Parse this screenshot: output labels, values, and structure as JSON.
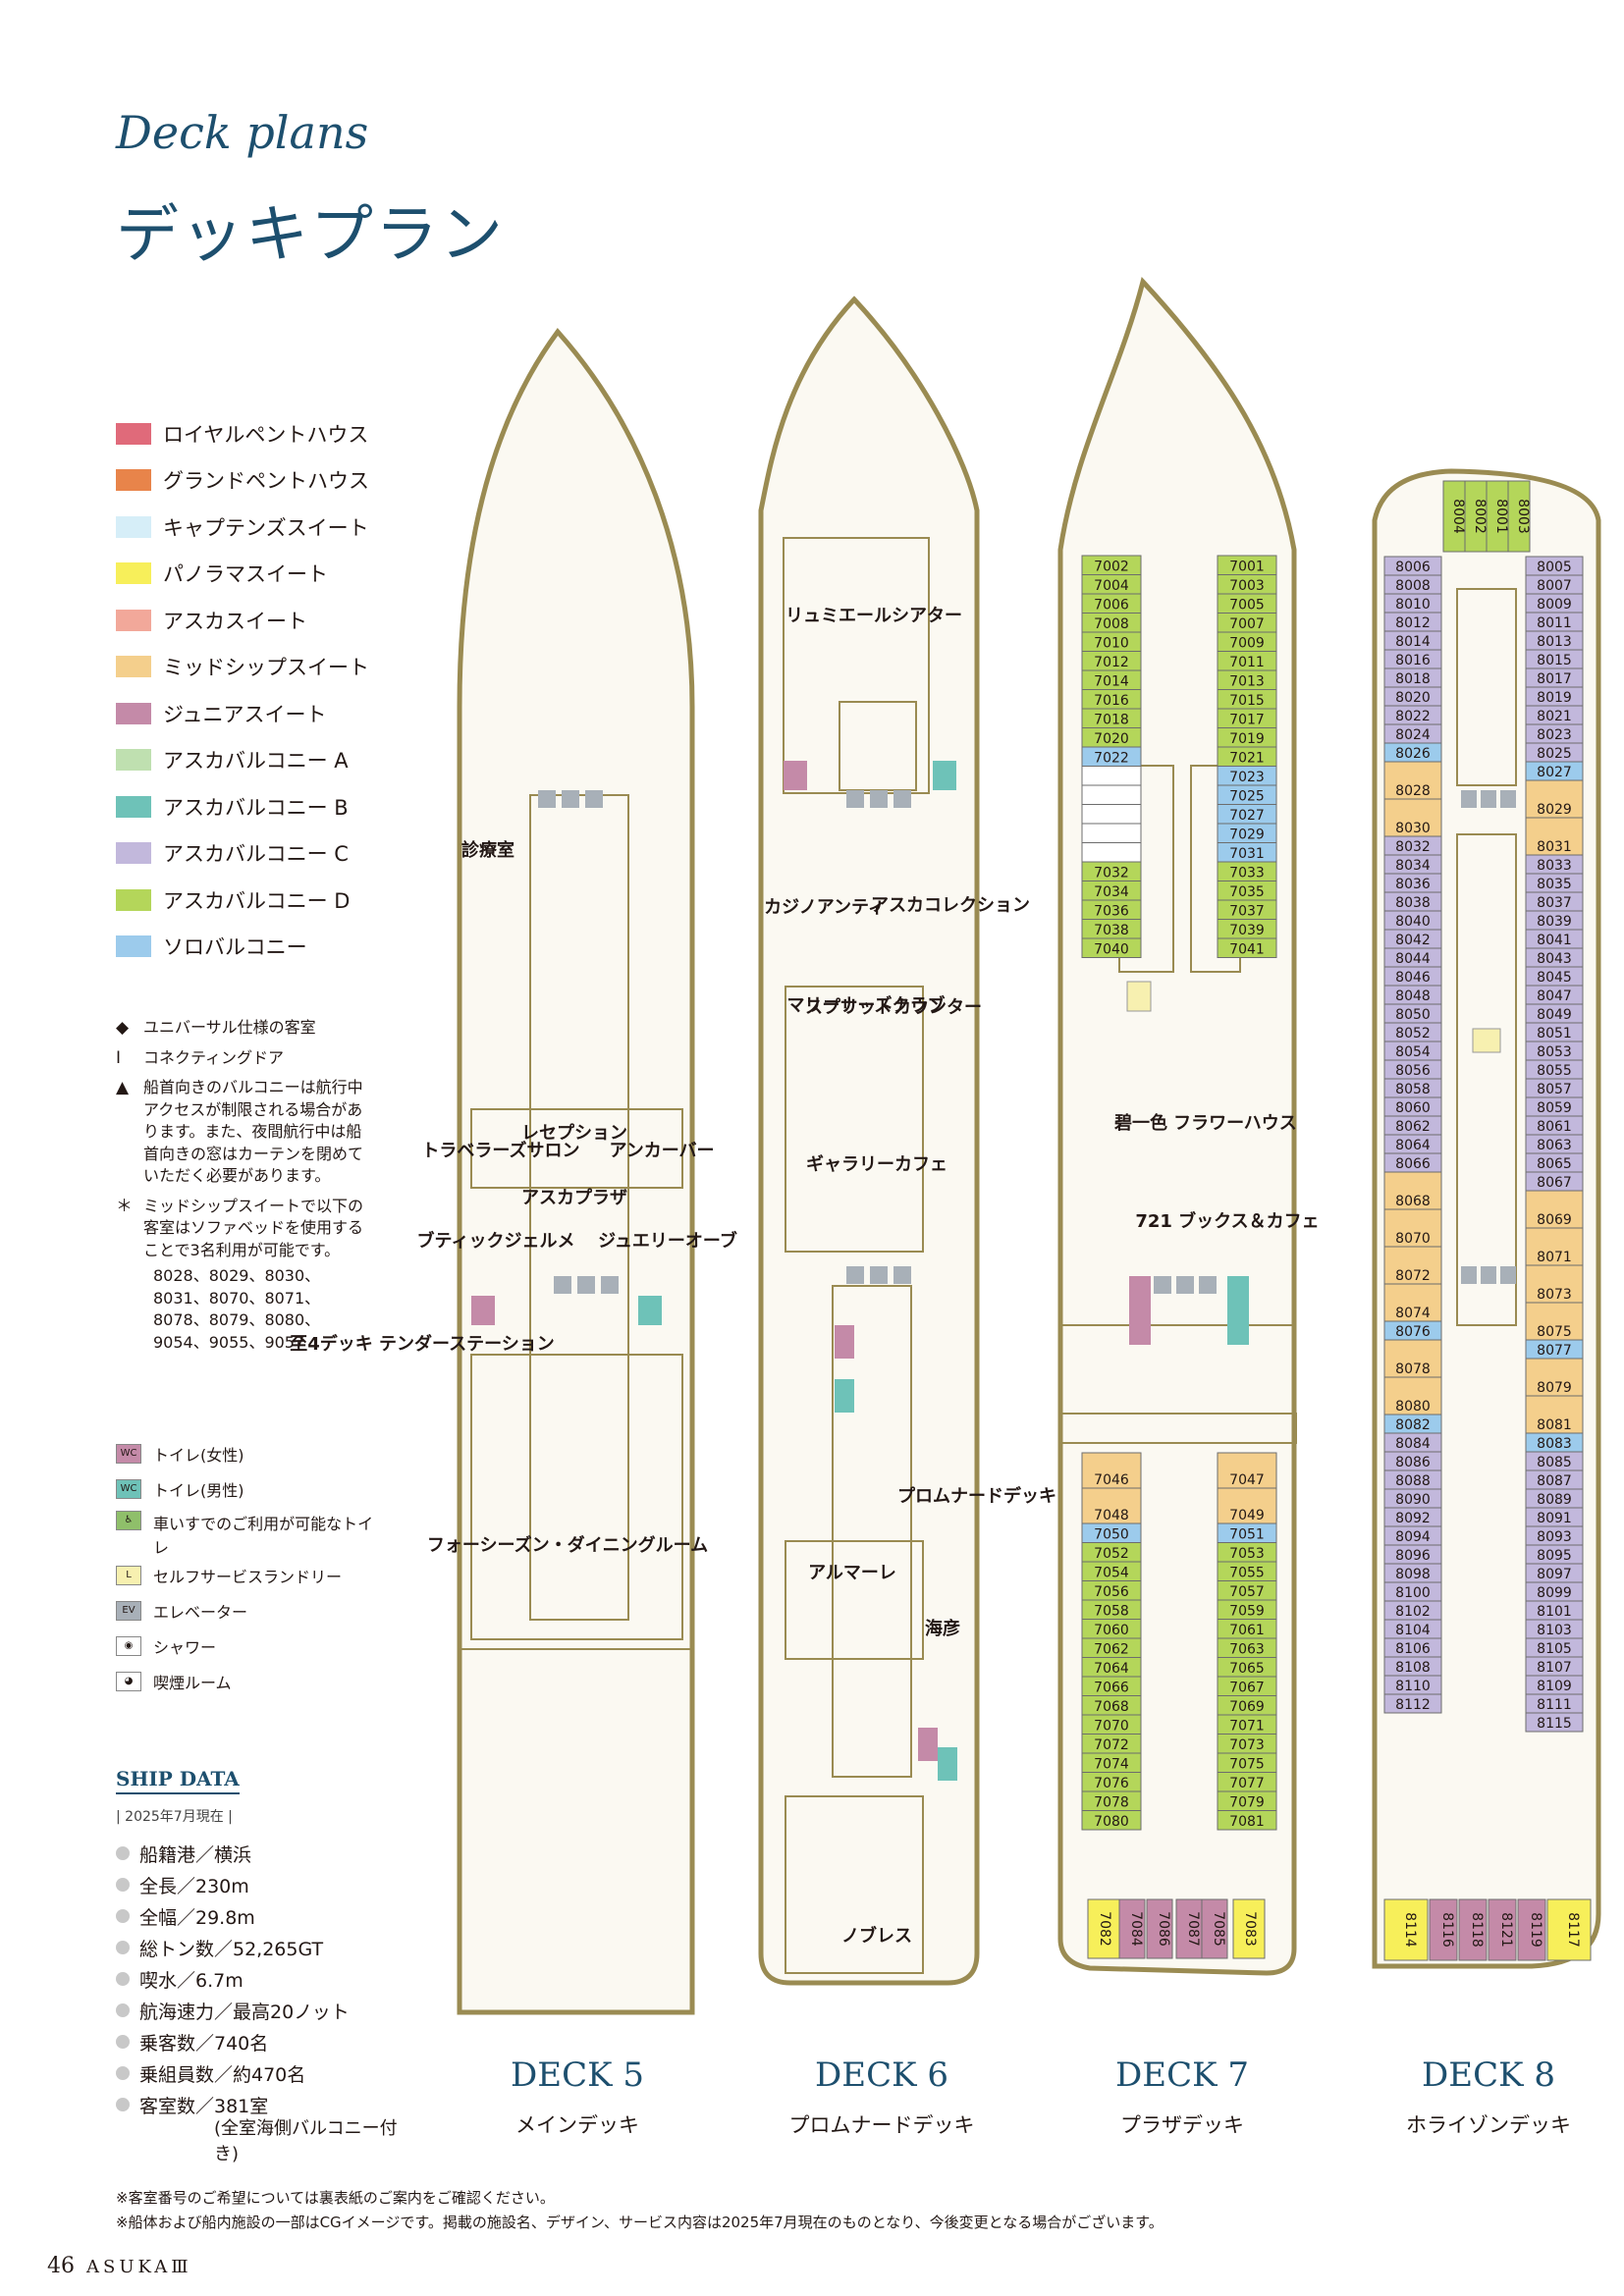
{
  "header": {
    "title_en": "Deck plans",
    "title_jp": "デッキプラン"
  },
  "legend": [
    {
      "label": "ロイヤルペントハウス",
      "color": "#e06a7a"
    },
    {
      "label": "グランドペントハウス",
      "color": "#e8844a"
    },
    {
      "label": "キャプテンズスイート",
      "color": "#d6eef8"
    },
    {
      "label": "パノラマスイート",
      "color": "#f7ef5a"
    },
    {
      "label": "アスカスイート",
      "color": "#f2a89a"
    },
    {
      "label": "ミッドシップスイート",
      "color": "#f4cf8c"
    },
    {
      "label": "ジュニアスイート",
      "color": "#c48aa8"
    },
    {
      "label": "アスカバルコニー A",
      "color": "#bfe0b0"
    },
    {
      "label": "アスカバルコニー B",
      "color": "#6ec2b8"
    },
    {
      "label": "アスカバルコニー C",
      "color": "#c2b8dc"
    },
    {
      "label": "アスカバルコニー D",
      "color": "#b4d65a"
    },
    {
      "label": "ソロバルコニー",
      "color": "#9ccbec"
    }
  ],
  "notes": {
    "universal": {
      "sym": "◆",
      "text": "ユニバーサル仕様の客室"
    },
    "connecting": {
      "sym": "I",
      "text": "コネクティングドア"
    },
    "bow": {
      "sym": "▲",
      "text": "船首向きのバルコニーは航行中アクセスが制限される場合があります。また、夜間航行中は船首向きの窓はカーテンを閉めていただく必要があります。"
    },
    "midship": {
      "sym": "＊",
      "text": "ミッドシップスイートで以下の客室はソファベッドを使用することで3名利用が可能です。",
      "rooms": "8028、8029、8030、8031、8070、8071、8078、8079、8080、9054、9055、9057"
    }
  },
  "icons": [
    {
      "code": "WC",
      "label": "トイレ(女性)",
      "color": "#c48aa8"
    },
    {
      "code": "WC",
      "label": "トイレ(男性)",
      "color": "#6ec2b8"
    },
    {
      "code": "♿",
      "label": "車いすでのご利用が可能なトイレ",
      "color": "#8fbf6a"
    },
    {
      "code": "L",
      "label": "セルフサービスランドリー",
      "color": "#f7f0b0"
    },
    {
      "code": "EV",
      "label": "エレベーター",
      "color": "#a8b0b8"
    },
    {
      "code": "◉",
      "label": "シャワー",
      "color": "#ffffff"
    },
    {
      "code": "◕",
      "label": "喫煙ルーム",
      "color": "#ffffff"
    }
  ],
  "ship_data": {
    "heading": "SHIP DATA",
    "as_of": "| 2025年7月現在 |",
    "items": [
      "船籍港／横浜",
      "全長／230m",
      "全幅／29.8m",
      "総トン数／52,265GT",
      "喫水／6.7m",
      "航海速力／最高20ノット",
      "乗客数／740名",
      "乗組員数／約470名",
      "客室数／381室"
    ],
    "note": "(全室海側バルコニー付き)"
  },
  "decks": [
    {
      "title": "DECK 5",
      "subtitle": "メインデッキ",
      "labels": [
        "診療室",
        "レセプション",
        "トラベラーズサロン",
        "アンカーバー",
        "アスカプラザ",
        "ブティックジェルメ",
        "ジュエリーオーブ",
        "至4デッキ テンダーステーション",
        "フォーシーズン・ダイニングルーム"
      ]
    },
    {
      "title": "DECK 6",
      "subtitle": "プロムナードデッキ",
      "labels": [
        "リュミエールシアター",
        "カジノアンティ",
        "アスカコレクション",
        "マリーナーズクラブ",
        "スプリットカウンター",
        "ギャラリーカフェ",
        "プロムナードデッキ",
        "アルマーレ",
        "海彦",
        "ノブレス"
      ]
    },
    {
      "title": "DECK 7",
      "subtitle": "プラザデッキ",
      "labels": [
        "碧一色",
        "フラワーハウス",
        "721 ブックス＆カフェ"
      ],
      "rooms_left": [
        "7002",
        "7004",
        "7006",
        "7008",
        "7010",
        "7012",
        "7014",
        "7016",
        "7018",
        "7020",
        "7022",
        "",
        "",
        "",
        "",
        "",
        "7032",
        "7034",
        "7036",
        "7038",
        "7040"
      ],
      "rooms_right": [
        "7001",
        "7003",
        "7005",
        "7007",
        "7009",
        "7011",
        "7013",
        "7015",
        "7017",
        "7019",
        "7021",
        "7023",
        "7025",
        "7027",
        "7029",
        "7031",
        "7033",
        "7035",
        "7037",
        "7039",
        "7041"
      ],
      "rooms_left2": [
        "7046",
        "7048",
        "7050",
        "7052",
        "7054",
        "7056",
        "7058",
        "7060",
        "7062",
        "7064",
        "7066",
        "7068",
        "7070",
        "7072",
        "7074",
        "7076",
        "7078",
        "7080"
      ],
      "rooms_right2": [
        "7047",
        "7049",
        "7051",
        "7053",
        "7055",
        "7057",
        "7059",
        "7061",
        "7063",
        "7065",
        "7067",
        "7069",
        "7071",
        "7073",
        "7075",
        "7077",
        "7079",
        "7081"
      ],
      "stern": [
        "7082",
        "7084",
        "7086",
        "7087",
        "7085",
        "7083"
      ]
    },
    {
      "title": "DECK 8",
      "subtitle": "ホライゾンデッキ",
      "bow": [
        "8004",
        "8002",
        "8001",
        "8003"
      ],
      "rooms_left": [
        "8006",
        "8008",
        "8010",
        "8012",
        "8014",
        "8016",
        "8018",
        "8020",
        "8022",
        "8024",
        "8026",
        "8028",
        "8030",
        "8032",
        "8034",
        "8036",
        "8038",
        "8040",
        "8042",
        "8044",
        "8046",
        "8048",
        "8050",
        "8052",
        "8054",
        "8056",
        "8058",
        "8060",
        "8062",
        "8064",
        "8066",
        "8068",
        "8070",
        "8072",
        "8074",
        "8076",
        "8078",
        "8080",
        "8082",
        "8084",
        "8086",
        "8088",
        "8090",
        "8092",
        "8094",
        "8096",
        "8098",
        "8100",
        "8102",
        "8104",
        "8106",
        "8108",
        "8110",
        "8112"
      ],
      "rooms_right": [
        "8005",
        "8007",
        "8009",
        "8011",
        "8013",
        "8015",
        "8017",
        "8019",
        "8021",
        "8023",
        "8025",
        "8027",
        "8029",
        "8031",
        "8033",
        "8035",
        "8037",
        "8039",
        "8041",
        "8043",
        "8045",
        "8047",
        "8049",
        "8051",
        "8053",
        "8055",
        "8057",
        "8059",
        "8061",
        "8063",
        "8065",
        "8067",
        "8069",
        "8071",
        "8073",
        "8075",
        "8077",
        "8079",
        "8081",
        "8083",
        "8085",
        "8087",
        "8089",
        "8091",
        "8093",
        "8095",
        "8097",
        "8099",
        "8101",
        "8103",
        "8105",
        "8107",
        "8109",
        "8111",
        "8115"
      ],
      "stern": [
        "8114",
        "8116",
        "8118",
        "8121",
        "8119",
        "8117"
      ]
    }
  ],
  "footnotes": [
    "※客室番号のご希望については裏表紙のご案内をご確認ください。",
    "※船体および船内施設の一部はCGイメージです。掲載の施設名、デザイン、サービス内容は2025年7月現在のものとなり、今後変更となる場合がございます。"
  ],
  "page": {
    "number": "46",
    "brand": "ASUKAⅢ"
  }
}
